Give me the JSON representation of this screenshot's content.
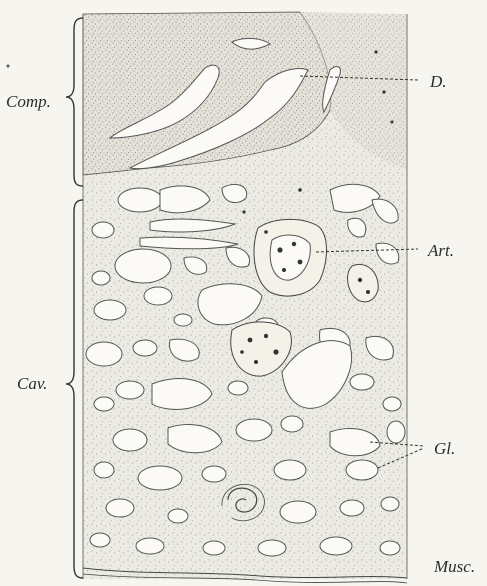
{
  "labels": {
    "comp": "Comp.",
    "cav": "Cav.",
    "d": "D.",
    "art": "Art.",
    "gl": "Gl.",
    "musc": "Musc."
  },
  "colors": {
    "paper": "#f6f5ef",
    "stipple": "#7a7a74",
    "ink": "#2b2b2b"
  }
}
